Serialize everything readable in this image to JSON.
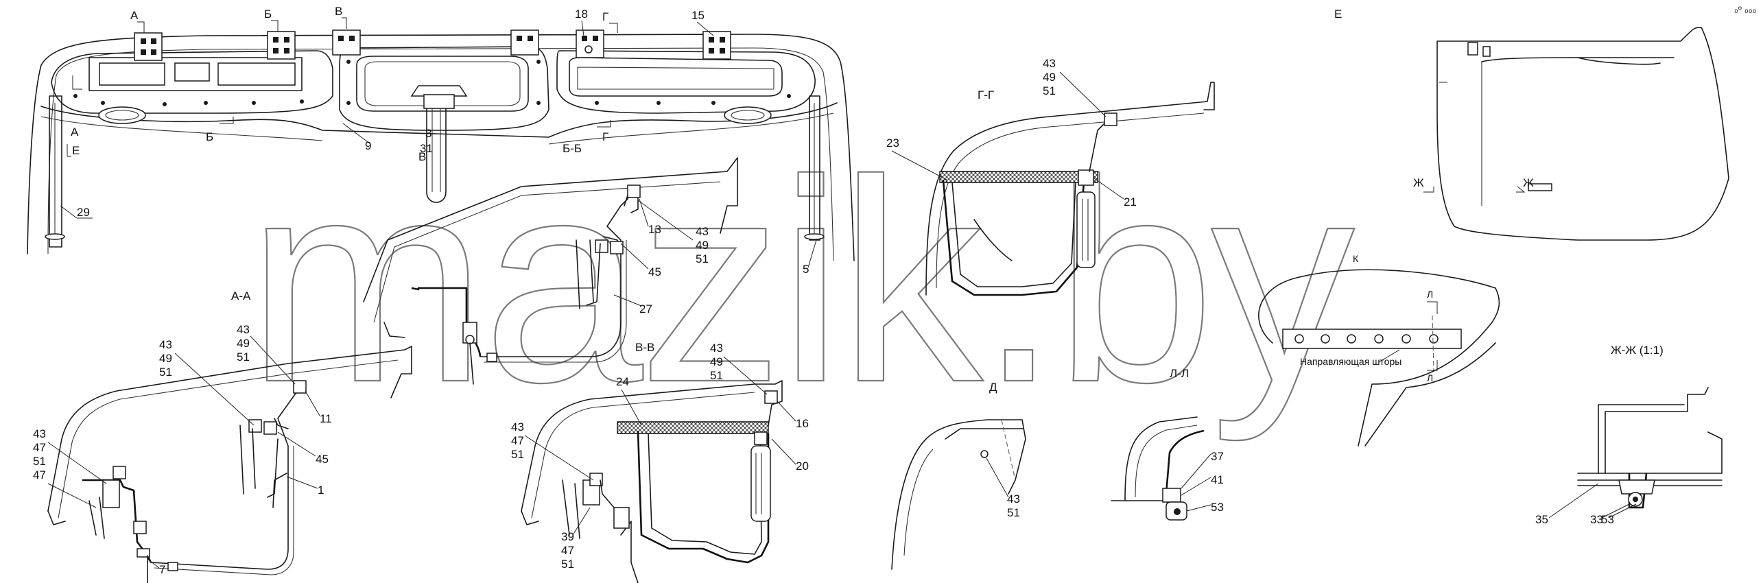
{
  "watermark": "mazik.by",
  "corner_marks": "₀ᵒ ₀₀₀",
  "section_labels": {
    "aa": "А-А",
    "bb": "Б-Б",
    "vv": "В-В",
    "gg": "Г-Г",
    "d": "Д",
    "e": "Е",
    "k": "К",
    "ll": "Л-Л",
    "zhzh": "Ж-Ж (1:1)"
  },
  "cut_marks": {
    "a": "А",
    "b": "Б",
    "v": "В",
    "g": "Г",
    "e": "Е",
    "zh": "Ж",
    "l": "Л"
  },
  "note_curtain_guide": "Направляющая шторы",
  "callouts": {
    "c1": "1",
    "c3": "3",
    "c5": "5",
    "c7": "7",
    "c9": "9",
    "c11": "11",
    "c13": "13",
    "c15": "15",
    "c16": "16",
    "c18": "18",
    "c20": "20",
    "c21": "21",
    "c23": "23",
    "c24": "24",
    "c27": "27",
    "c29": "29",
    "c31": "31",
    "c33": "33",
    "c35": "35",
    "c37": "37",
    "c41": "41",
    "c45": "45",
    "c53": "53"
  },
  "stacks": {
    "s434951": [
      "43",
      "49",
      "51"
    ],
    "s434751": [
      "43",
      "47",
      "51"
    ],
    "s394751": [
      "39",
      "47",
      "51"
    ],
    "s4351": [
      "43",
      "51"
    ],
    "s47": "47"
  }
}
